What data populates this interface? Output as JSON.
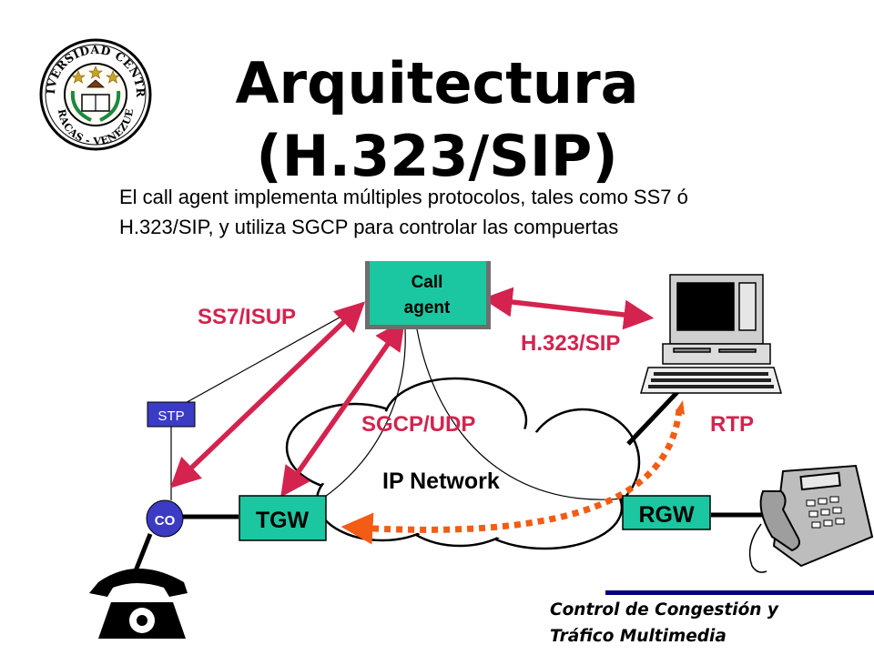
{
  "title": {
    "line1": "Arquitectura",
    "line2": "(H.323/SIP)"
  },
  "subtitle": "El call agent implementa múltiples protocolos, tales como SS7 ó H.323/SIP, y utiliza  SGCP para controlar las compuertas",
  "seal": {
    "top_text": "UNIVERSIDAD CENTRAL",
    "bottom_text": "CARACAS - VENEZUELA"
  },
  "nodes": {
    "call_agent": {
      "line1": "Call",
      "line2": "agent"
    },
    "stp": "STP",
    "co": "CO",
    "tgw": "TGW",
    "rgw": "RGW",
    "ip_network": "IP Network"
  },
  "protocols": {
    "ss7_isup": "SS7/ISUP",
    "h323_sip": "H.323/SIP",
    "sgcp_udp": "SGCP/UDP",
    "rtp": "RTP"
  },
  "footer": {
    "line1": "Control de Congestión y",
    "line2": "Tráfico Multimedia"
  },
  "colors": {
    "arrow": "#d4234e",
    "rtp_arrow": "#f25c14",
    "label_red": "#d4234e",
    "gateway_fill": "#1bc7a0",
    "stp_fill": "#3b3bc4",
    "co_fill": "#3b3bc4",
    "footer_rule": "#000080",
    "seal_gold": "#c9a227",
    "seal_green": "#1a8a3e"
  },
  "icons": [
    "university-seal",
    "desktop-computer-icon",
    "office-phone-icon",
    "rotary-phone-icon"
  ]
}
